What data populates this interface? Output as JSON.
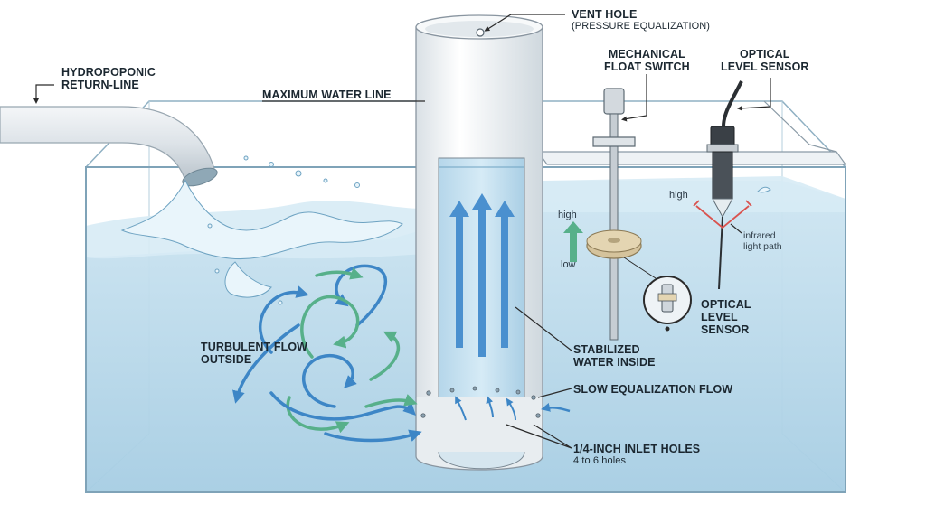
{
  "labels": {
    "vent_hole": "VENT HOLE",
    "pressure_equalization": "(PRESSURE EQUALIZATION)",
    "mechanical_float_switch_line1": "MECHANICAL",
    "mechanical_float_switch_line2": "FLOAT SWITCH",
    "optical_level_sensor_top_line1": "OPTICAL",
    "optical_level_sensor_top_line2": "LEVEL SENSOR",
    "hydroponic_return_line1": "HYDROPOPONIC",
    "hydroponic_return_line2": "RETURN-LINE",
    "maximum_water_line": "MAXIMUM WATER LINE",
    "float_high": "high",
    "float_low": "low",
    "optical_high": "high",
    "infrared_line1": "infrared",
    "infrared_line2": "light path",
    "optical_level_sensor_line1": "OPTICAL",
    "optical_level_sensor_line2": "LEVEL",
    "optical_level_sensor_line3": "SENSOR",
    "turbulent_flow_line1": "TURBULENT FLOW",
    "turbulent_flow_line2": "OUTSIDE",
    "stabilized_water_line1": "STABILIZED",
    "stabilized_water_line2": "WATER INSIDE",
    "slow_equalization_flow": "SLOW EQUALIZATION FLOW",
    "inlet_holes": "1/4-INCH INLET HOLES",
    "inlet_holes_count": "4 to 6 holes"
  },
  "colors": {
    "water": "#bfdcec",
    "water_deep": "#a9d0e6",
    "tank_edge": "#7fa3b8",
    "pipe": "#f2f5f7",
    "flow_blue": "#3d86c6",
    "flow_green": "#57b08a",
    "infrared": "#d9534f",
    "float": "#d9c8a4",
    "leader": "#2b2b2b"
  },
  "icons": [
    "vent-hole-icon",
    "float-switch-icon",
    "optical-sensor-icon",
    "up-arrow-icon",
    "infrared-beam-icon",
    "magnifier-icon"
  ]
}
